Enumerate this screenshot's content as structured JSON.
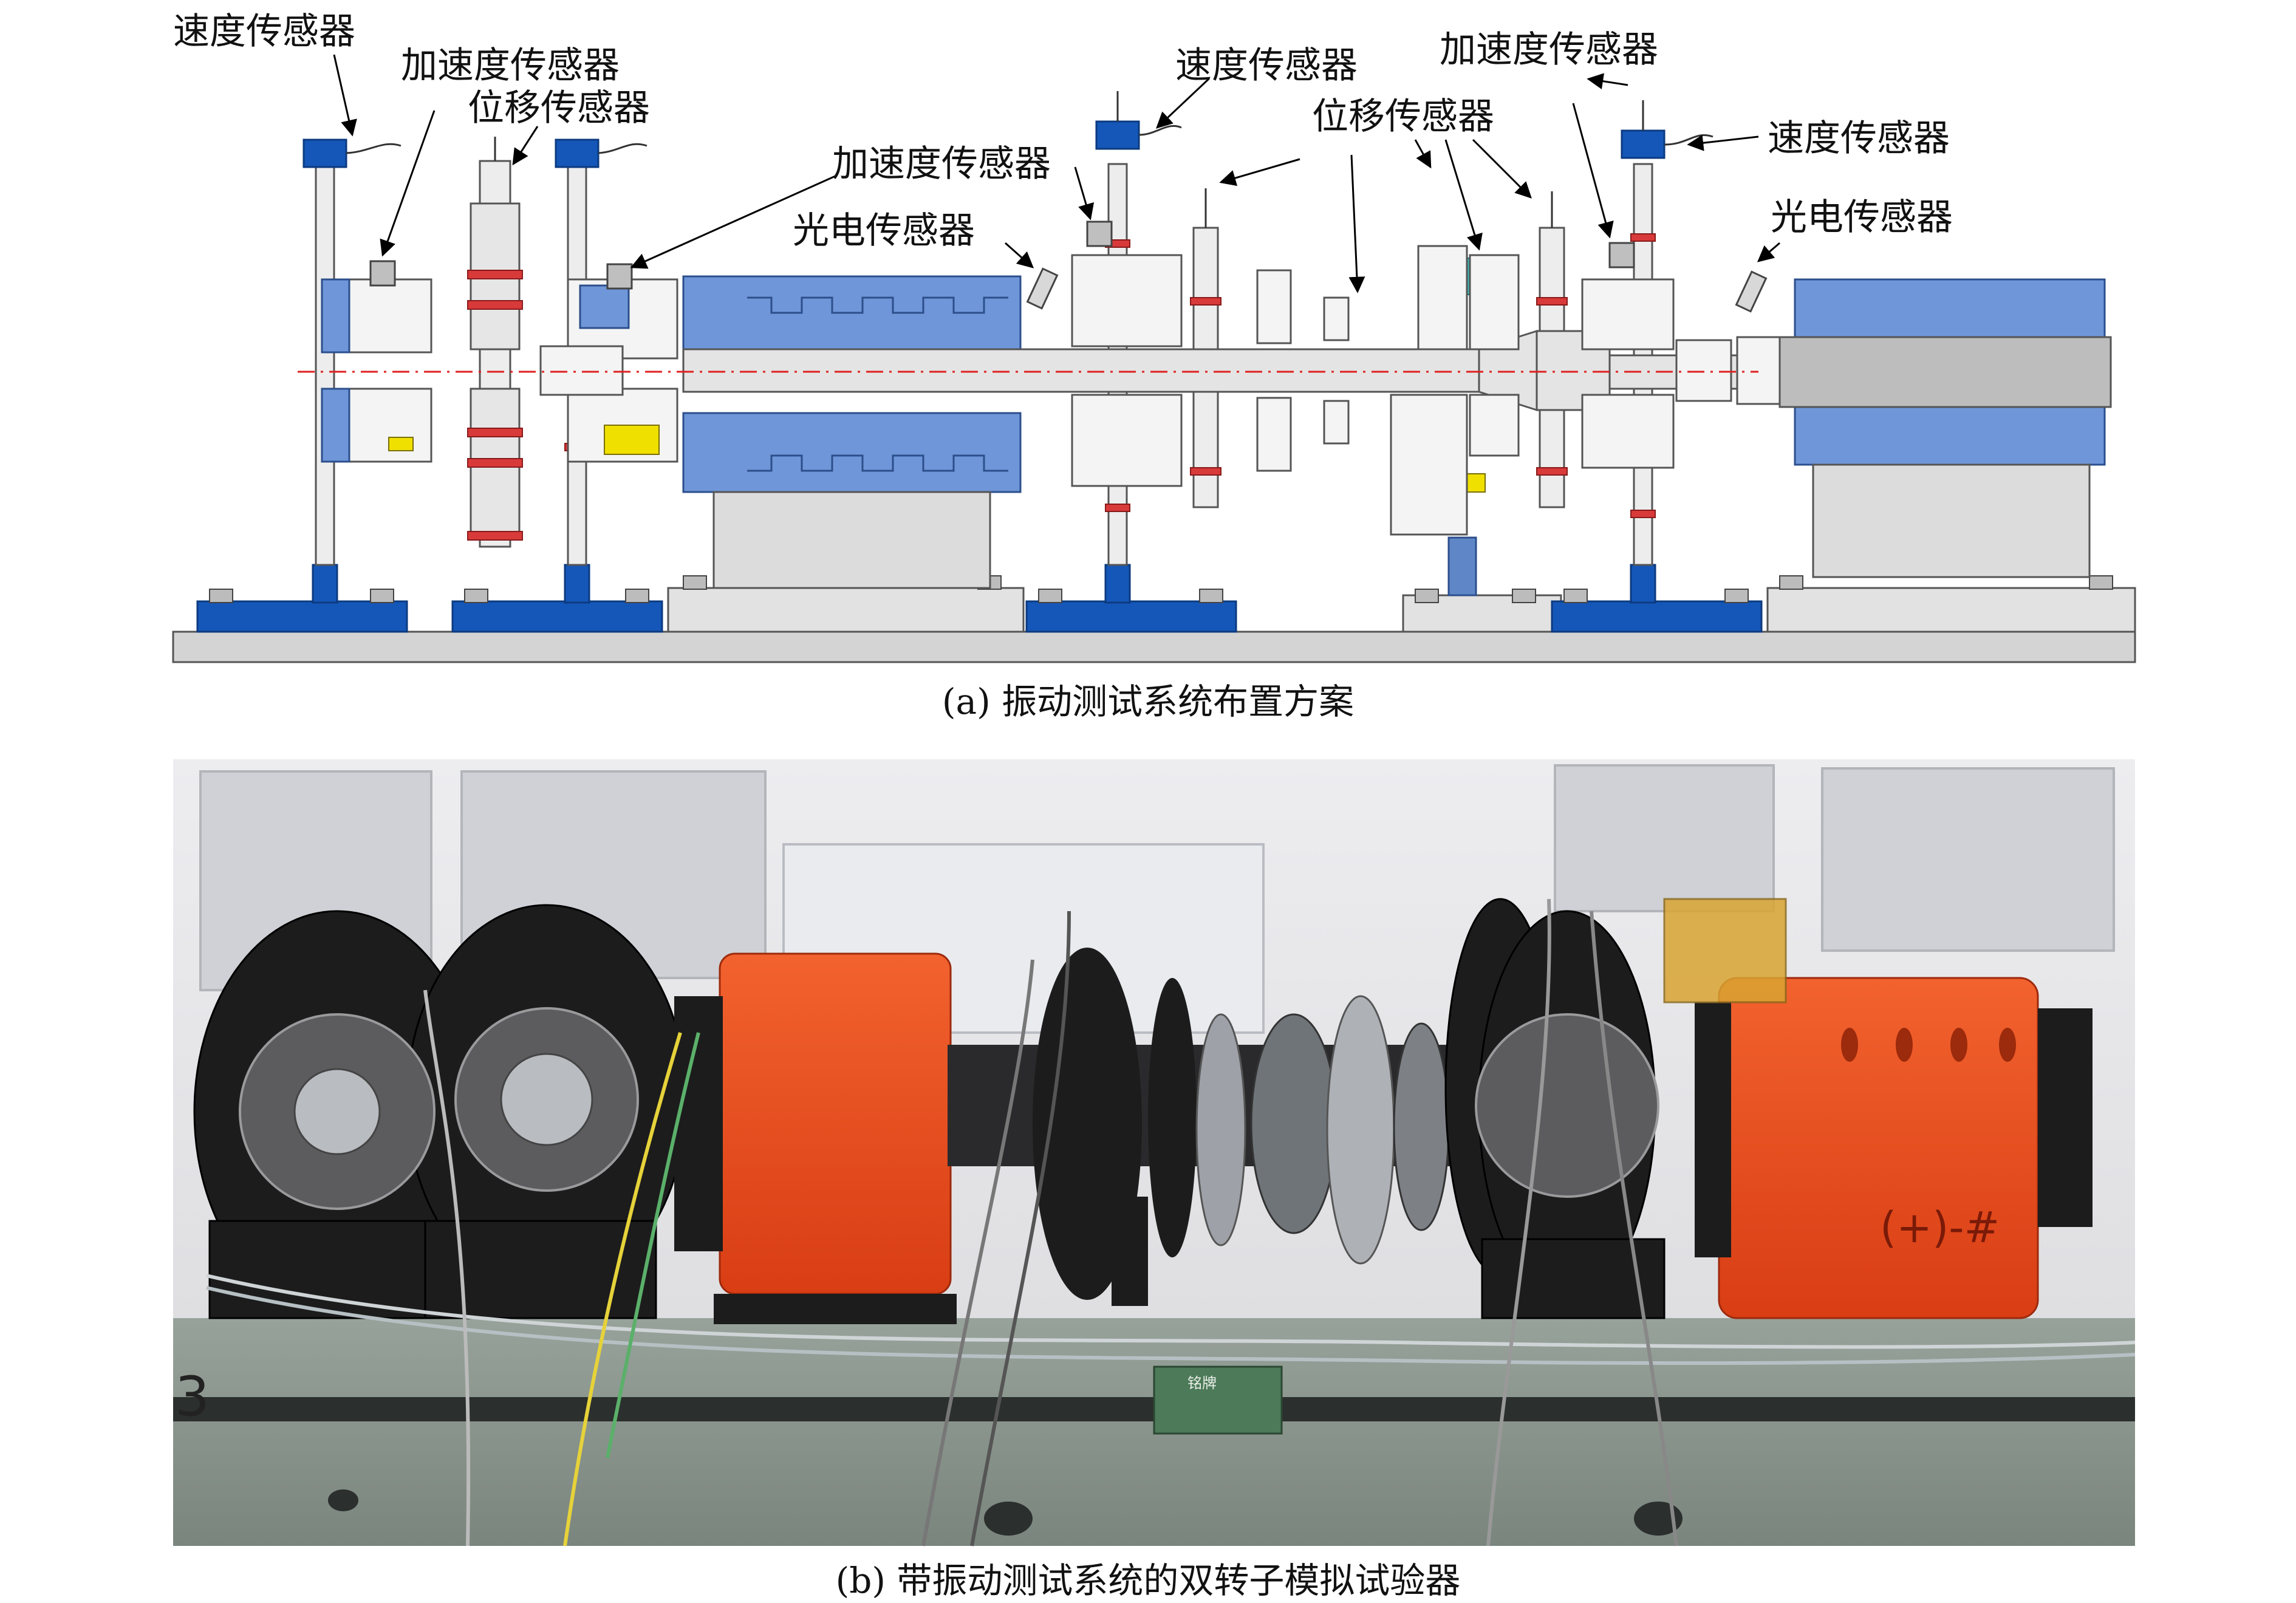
{
  "diagram": {
    "labels": {
      "vel_left": "速度传感器",
      "acc_left": "加速度传感器",
      "disp_left": "位移传感器",
      "acc_mid": "加速度传感器",
      "photo_left": "光电传感器",
      "vel_mid": "速度传感器",
      "disp_mid": "位移传感器",
      "acc_right": "加速度传感器",
      "vel_right": "速度传感器",
      "photo_right": "光电传感器"
    },
    "colors": {
      "pedestal_blue": "#1557b8",
      "housing_blue": "#6f96d8",
      "shaft_gray": "#dcdcdc",
      "base_gray": "#d2d2d2",
      "bolt_red": "#d83a3a",
      "bearing_yellow": "#f0e000",
      "bearing_teal": "#3fb8b8",
      "axis_red": "#e02020"
    }
  },
  "photo": {
    "plate_text": "铭牌",
    "left_mark": "3",
    "motor_mark": "(+)-#",
    "colors": {
      "motor_orange": "#e8491c",
      "machine_black": "#1c1c1c",
      "bench_green": "#8a958e",
      "wall": "#e4e4e8"
    }
  },
  "captions": {
    "a": "(a) 振动测试系统布置方案",
    "b": "(b) 带振动测试系统的双转子模拟试验器"
  }
}
